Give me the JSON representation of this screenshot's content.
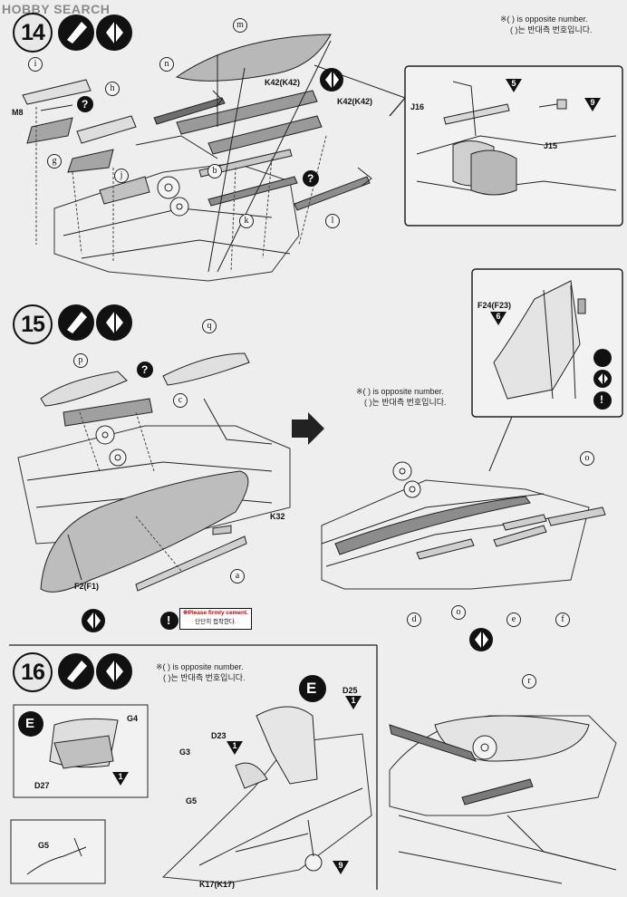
{
  "watermark": "HOBBY SEARCH",
  "notes": {
    "opp_en": "※( ) is opposite number.",
    "opp_kr": "( )는 반대측 번호입니다."
  },
  "steps": [
    {
      "number": "14"
    },
    {
      "number": "15"
    },
    {
      "number": "16"
    }
  ],
  "part_labels": {
    "m8": "M8",
    "k42a": "K42(K42)",
    "k42b": "K42(K42)",
    "j16": "J16",
    "j15": "J15",
    "f24": "F24(F23)",
    "k32": "K32",
    "f2": "F2(F1)",
    "g4": "G4",
    "g3": "G3",
    "g5": "G5",
    "g5b": "G5",
    "d27": "D27",
    "d23": "D23",
    "d25": "D25",
    "k17": "K17(K17)"
  },
  "circle_letters": {
    "i1": "i",
    "h": "h",
    "n": "n",
    "m": "m",
    "g": "g",
    "j": "j",
    "b": "b",
    "k": "k",
    "l": "l",
    "p": "p",
    "q": "q",
    "c": "c",
    "a": "a",
    "o1": "o",
    "o2": "o",
    "e": "e",
    "d": "d",
    "f": "f",
    "r": "r"
  },
  "tri_numbers": {
    "t5": "5",
    "t9": "9",
    "t6": "6",
    "t1a": "1",
    "t1b": "1",
    "t1c": "1",
    "t9b": "9"
  },
  "warning": {
    "title": "※Please firmly cement.",
    "korean": "단단히 접착한다."
  },
  "detail_letter": "E",
  "arrow_glyph": "➤",
  "question_mark": "?"
}
